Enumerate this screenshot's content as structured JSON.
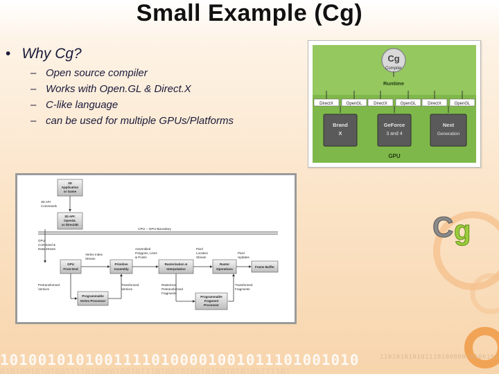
{
  "slide": {
    "title": "Small Example (Cg)",
    "bullet": "Why Cg?",
    "sub_items": [
      "Open source compiler",
      "Works with Open.GL & Direct.X",
      "C-like language",
      "can be used for multiple GPUs/Platforms"
    ],
    "dash": "–",
    "bullet_dot": "•"
  },
  "gpu_figure": {
    "cg_logo": "Cg",
    "compiler": "Compiler",
    "runtime": "Runtime",
    "apis": [
      "DirectX",
      "OpenGL",
      "DirectX",
      "OpenGL",
      "DirectX",
      "OpenGL"
    ],
    "chips": [
      [
        "Brand",
        "X"
      ],
      [
        "GeForce",
        "3 and 4"
      ],
      [
        "Next",
        "Generation"
      ]
    ],
    "gpu_label": "GPU"
  },
  "pipeline": {
    "app": [
      "3D",
      "Application",
      "or Game"
    ],
    "api_commands": [
      "3D API",
      "Commands"
    ],
    "api": [
      "3D API:",
      "OpenGL",
      "or Direct3D"
    ],
    "boundary": "CPU – GPU Boundary",
    "gpu_cmd": [
      "GPU",
      "Command &",
      "Data Stream"
    ],
    "vertex_index": [
      "Vertex Index",
      "Stream"
    ],
    "assembled": [
      "Assembled",
      "Polygons, Lines",
      "& Points"
    ],
    "pixel_location": [
      "Pixel",
      "Location",
      "Stream"
    ],
    "pixel_updates": [
      "Pixel",
      "Updates"
    ],
    "front_end": [
      "GPU",
      "Front End"
    ],
    "primitive": [
      "Primitive",
      "Assembly"
    ],
    "raster": [
      "Rasterization &",
      "Interpolation"
    ],
    "raster_ops": [
      "Raster",
      "Operations"
    ],
    "frame_buffer": "Frame Buffer",
    "pretransformed": [
      "Pretransformed",
      "Vertices"
    ],
    "transformed_v": [
      "Transformed",
      "Vertices"
    ],
    "rasterized": [
      "Rasterized",
      "Pretransformed",
      "Fragments"
    ],
    "transformed_f": [
      "Transformed",
      "Fragments"
    ],
    "vertex_proc": [
      "Programmable",
      "Vertex Processor"
    ],
    "fragment_proc": [
      "Programmable",
      "Fragment",
      "Processor"
    ]
  },
  "logo": {
    "c": "C",
    "g": "g"
  },
  "footer_bits": {
    "big": "10100101010011110100001001011101001010",
    "small": "110101010101110100000101001011101",
    "tiny": "0101001010100111101000010010111010010100101001010100111101"
  },
  "colors": {
    "gpu_green": "#7fb84a",
    "chip_dark": "#5a5a5a",
    "circle_orange": "#f0a35a",
    "logo_green": "#9ccc3c"
  }
}
